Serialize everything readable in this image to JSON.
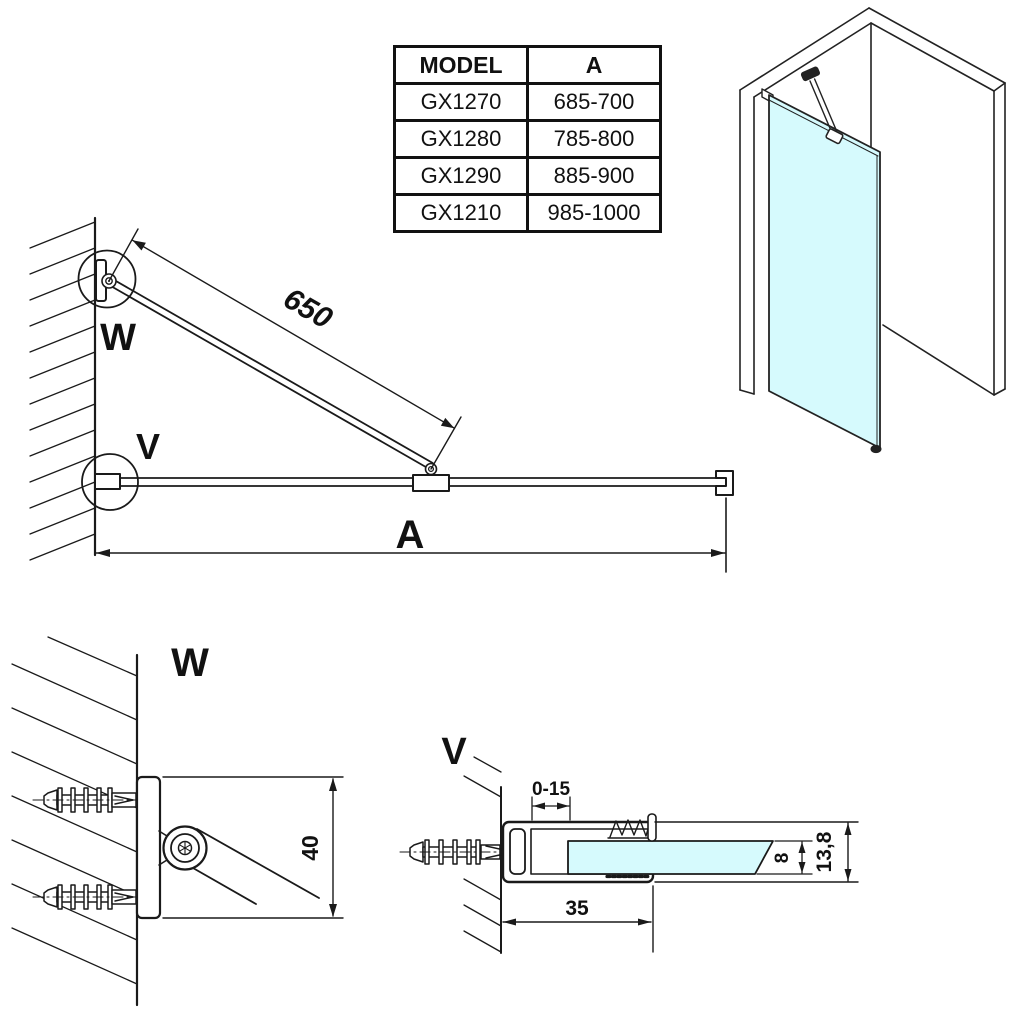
{
  "colors": {
    "glass": "#d6fafd",
    "ink": "#1a1a1a"
  },
  "table": {
    "headers": [
      "MODEL",
      "A"
    ],
    "rows": [
      [
        "GX1270",
        "685-700"
      ],
      [
        "GX1280",
        "785-800"
      ],
      [
        "GX1290",
        "885-900"
      ],
      [
        "GX1210",
        "985-1000"
      ]
    ]
  },
  "side_view": {
    "wall_bracket_label": "W",
    "wall_profile_label": "V",
    "support_bar_length": "650",
    "panel_width_label": "A"
  },
  "detail_w": {
    "title": "W",
    "bracket_height": "40"
  },
  "detail_v": {
    "title": "V",
    "adjustment_range": "0-15",
    "profile_depth": "35",
    "glass_thickness": "8",
    "profile_height": "13,8"
  }
}
